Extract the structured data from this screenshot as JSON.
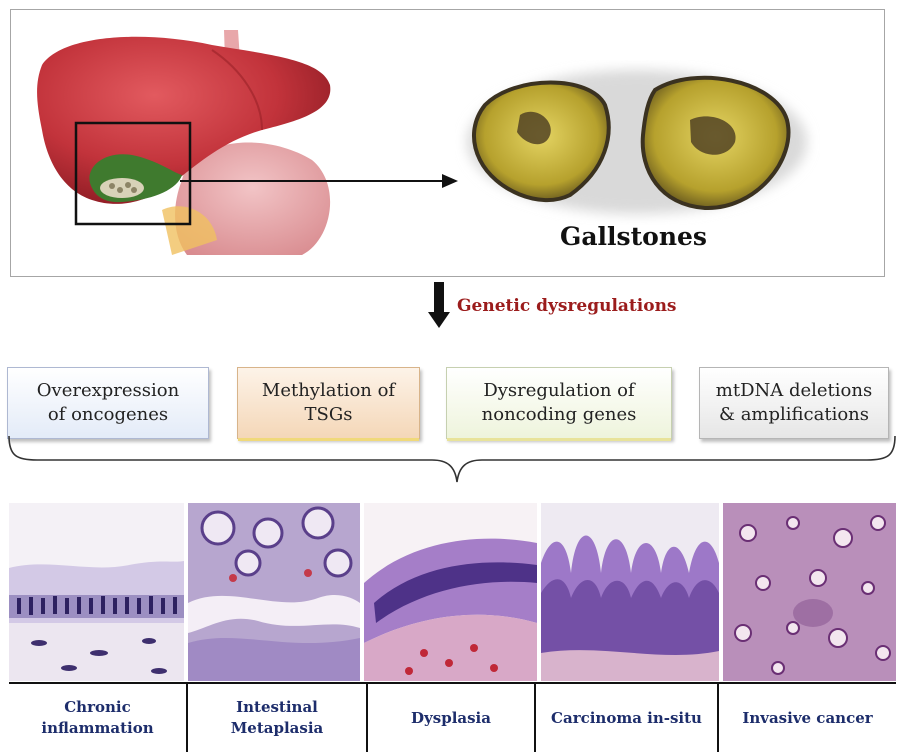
{
  "top": {
    "gallstones_label": "Gallstones"
  },
  "flow": {
    "genetic_label": "Genetic dysregulations"
  },
  "mechanisms": [
    {
      "label": "Overexpression\nof oncogenes",
      "color": "#e3ebf8"
    },
    {
      "label": "Methylation of\nTSGs",
      "color": "#f4d7b8"
    },
    {
      "label": "Dysregulation of\nnoncoding genes",
      "color": "#eef4dc"
    },
    {
      "label": "mtDNA deletions\n& amplifications",
      "color": "#e6e6e6"
    }
  ],
  "stages": [
    {
      "label": "Chronic\ninflammation"
    },
    {
      "label": "Intestinal\nMetaplasia"
    },
    {
      "label": "Dysplasia"
    },
    {
      "label": "Carcinoma in-situ"
    },
    {
      "label": "Invasive cancer"
    }
  ],
  "colors": {
    "stage_text": "#1d2d6b",
    "genetic_text": "#9b1c1c",
    "liver": "#c2333b",
    "stone": "#c9b53a"
  }
}
